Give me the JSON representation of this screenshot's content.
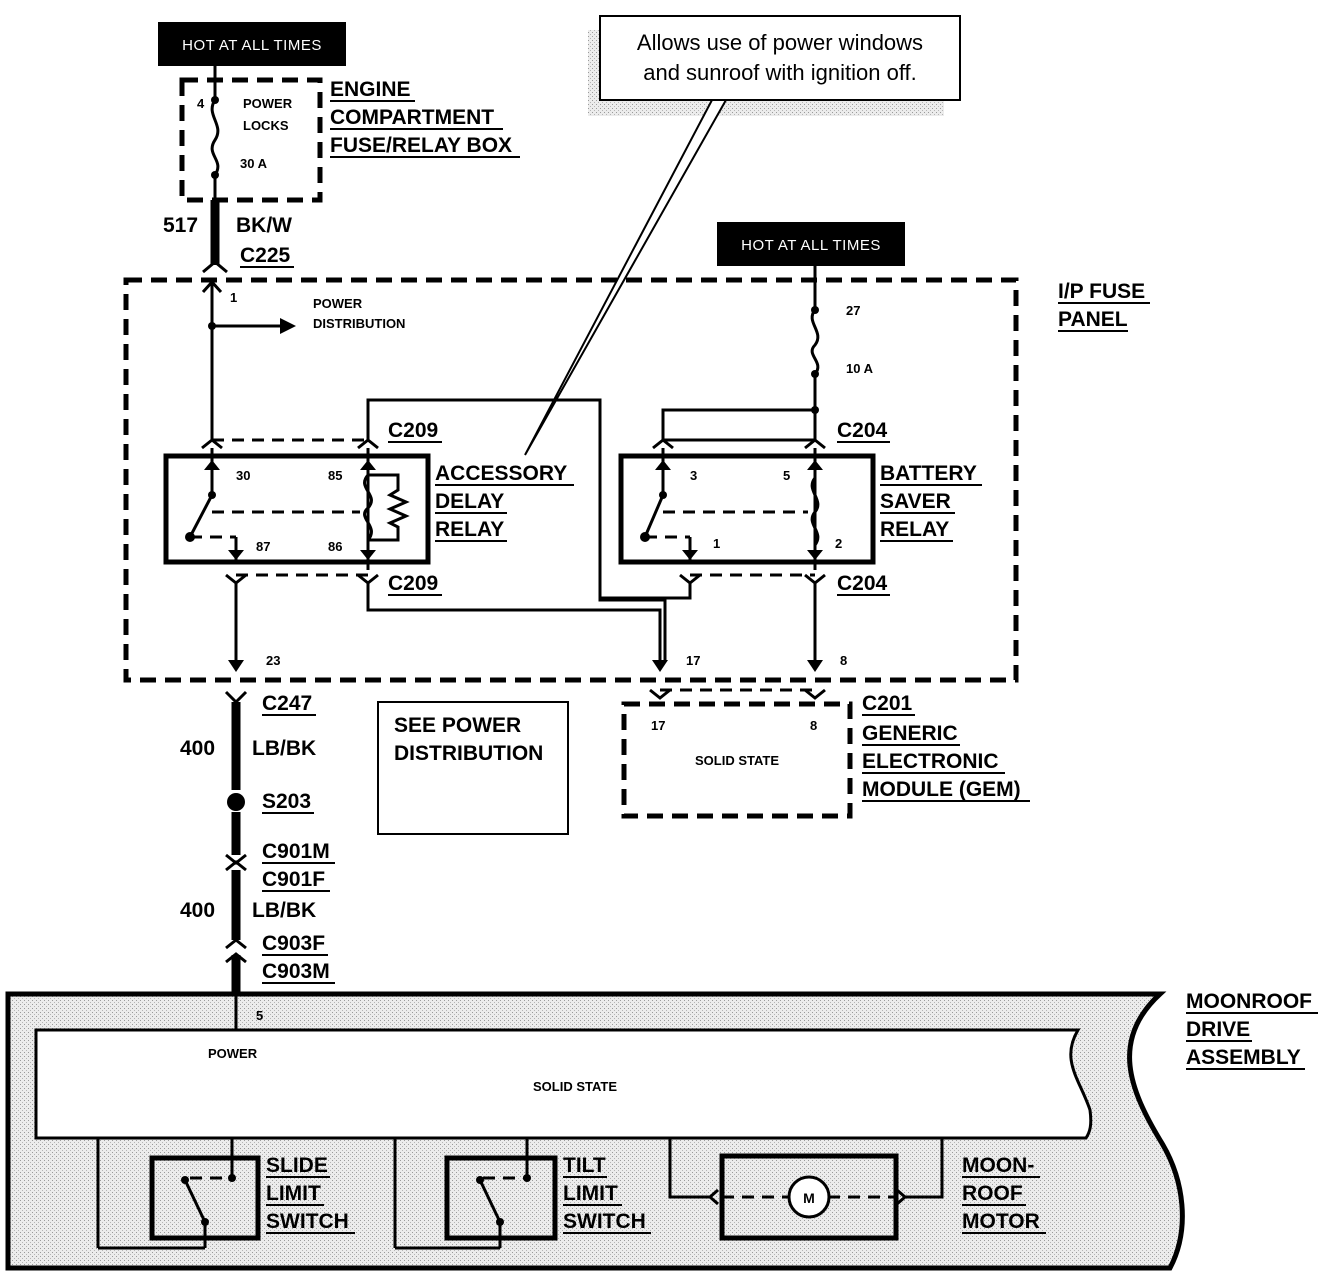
{
  "labels": {
    "hot_at_all_times_1": "HOT AT ALL TIMES",
    "hot_at_all_times_2": "HOT AT ALL TIMES",
    "callout_line1": "Allows use of power windows",
    "callout_line2": "and sunroof with ignition off.",
    "fuse4_num": "4",
    "fuse4_name1": "POWER",
    "fuse4_name2": "LOCKS",
    "fuse4_amp": "30 A",
    "engine_box_1": "ENGINE",
    "engine_box_2": "COMPARTMENT",
    "engine_box_3": "FUSE/RELAY BOX",
    "wire517": "517",
    "wire517_color": "BK/W",
    "c225": "C225",
    "ip_fuse_1": "I/P FUSE",
    "ip_fuse_2": "PANEL",
    "pin1": "1",
    "power_dist_1": "POWER",
    "power_dist_2": "DISTRIBUTION",
    "fuse27": "27",
    "fuse27_amp": "10 A",
    "c209_top": "C209",
    "c204_top": "C204",
    "adr_pin30": "30",
    "adr_pin85": "85",
    "adr_pin87": "87",
    "adr_pin86": "86",
    "adr_1": "ACCESSORY",
    "adr_2": "DELAY",
    "adr_3": "RELAY",
    "bsr_pin3": "3",
    "bsr_pin5": "5",
    "bsr_pin1": "1",
    "bsr_pin2": "2",
    "bsr_1": "BATTERY",
    "bsr_2": "SAVER",
    "bsr_3": "RELAY",
    "c209_bot": "C209",
    "c204_bot": "C204",
    "pin23": "23",
    "pin17": "17",
    "pin8": "8",
    "c247": "C247",
    "wire400a": "400",
    "wire400a_color": "LB/BK",
    "s203": "S203",
    "c901m": "C901M",
    "c901f": "C901F",
    "wire400b": "400",
    "wire400b_color": "LB/BK",
    "c903f": "C903F",
    "c903m": "C903M",
    "see_pd_1": "SEE POWER",
    "see_pd_2": "DISTRIBUTION",
    "gem_pin17": "17",
    "gem_pin8": "8",
    "gem_solid": "SOLID   STATE",
    "c201": "C201",
    "gem_1": "GENERIC",
    "gem_2": "ELECTRONIC",
    "gem_3": "MODULE (GEM)",
    "moon_pin5": "5",
    "moon_power": "POWER",
    "moon_solid": "SOLID   STATE",
    "moon_asm_1": "MOONROOF",
    "moon_asm_2": "DRIVE",
    "moon_asm_3": "ASSEMBLY",
    "slide_1": "SLIDE",
    "slide_2": "LIMIT",
    "slide_3": "SWITCH",
    "tilt_1": "TILT",
    "tilt_2": "LIMIT",
    "tilt_3": "SWITCH",
    "motor_1": "MOON-",
    "motor_2": "ROOF",
    "motor_3": "MOTOR",
    "motor_m": "M"
  }
}
